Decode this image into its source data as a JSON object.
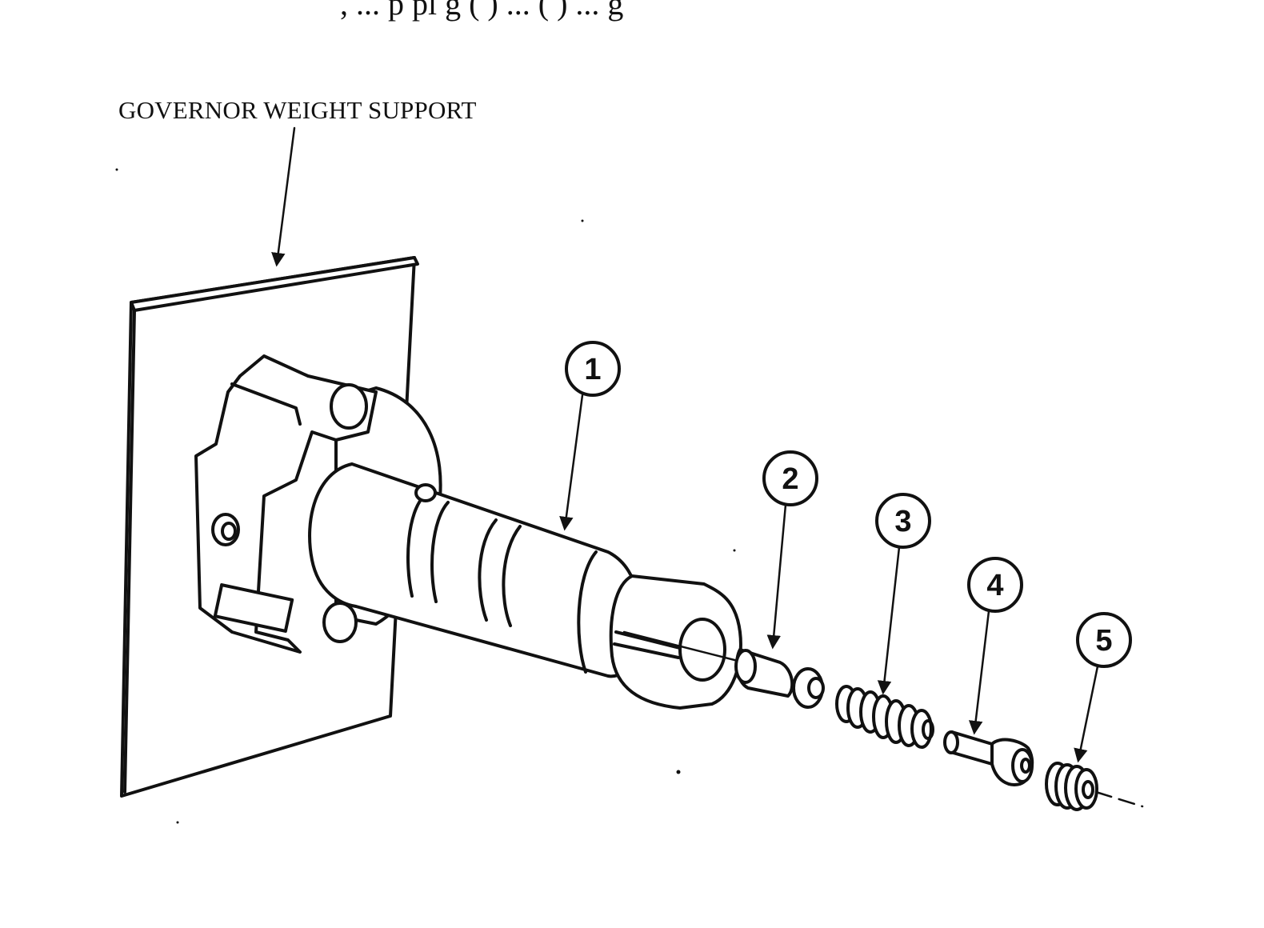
{
  "top_text": ", ... p pl g ( ) ... ( ) ... g",
  "labels": {
    "support": "GOVERNOR WEIGHT SUPPORT"
  },
  "callouts": [
    "1",
    "2",
    "3",
    "4",
    "5"
  ]
}
